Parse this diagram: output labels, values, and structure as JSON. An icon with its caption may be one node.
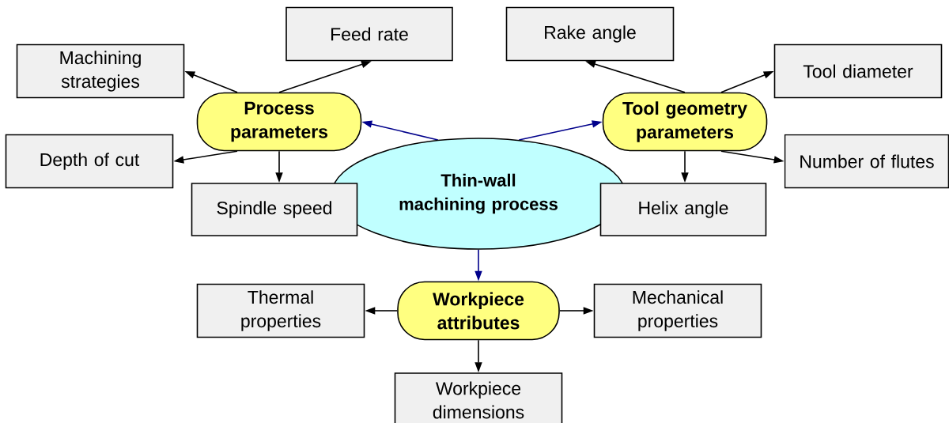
{
  "diagram": {
    "nodes": [
      {
        "text": [
          "Thin-wall machining process"
        ]
      },
      {
        "text": [
          "Process parameters"
        ]
      },
      {
        "text": [
          "Tool geometry parameters"
        ]
      },
      {
        "text": [
          "Workpiece attributes"
        ]
      },
      {
        "text": [
          "Machining strategies"
        ]
      },
      {
        "text": [
          "Feed rate"
        ]
      },
      {
        "text": [
          "Depth of cut"
        ]
      },
      {
        "text": [
          "Spindle speed"
        ]
      },
      {
        "text": [
          "Rake angle"
        ]
      },
      {
        "text": [
          "Tool diameter"
        ]
      },
      {
        "text": [
          "Number of flutes"
        ]
      },
      {
        "text": [
          "Helix angle"
        ]
      },
      {
        "text": [
          "Thermal properties"
        ]
      },
      {
        "text": [
          "Mechanical properties"
        ]
      },
      {
        "text": [
          "Workpiece dimensions"
        ]
      }
    ],
    "edges": [
      {
        "from": 0,
        "to": 1,
        "arrow": "to",
        "color": "#00008b"
      },
      {
        "from": 0,
        "to": 2,
        "arrow": "to",
        "color": "#00008b"
      },
      {
        "from": 0,
        "to": 3,
        "arrow": "to",
        "color": "#00008b"
      },
      {
        "from": 1,
        "to": 4,
        "arrow": "to"
      },
      {
        "from": 1,
        "to": 5,
        "arrow": "to"
      },
      {
        "from": 1,
        "to": 6,
        "arrow": "to"
      },
      {
        "from": 1,
        "to": 7,
        "arrow": "to"
      },
      {
        "from": 2,
        "to": 8,
        "arrow": "to"
      },
      {
        "from": 2,
        "to": 9,
        "arrow": "to"
      },
      {
        "from": 2,
        "to": 10,
        "arrow": "to"
      },
      {
        "from": 2,
        "to": 11,
        "arrow": "to"
      },
      {
        "from": 3,
        "to": 12,
        "arrow": "to"
      },
      {
        "from": 3,
        "to": 13,
        "arrow": "to"
      },
      {
        "from": 3,
        "to": 14,
        "arrow": "to"
      }
    ]
  }
}
